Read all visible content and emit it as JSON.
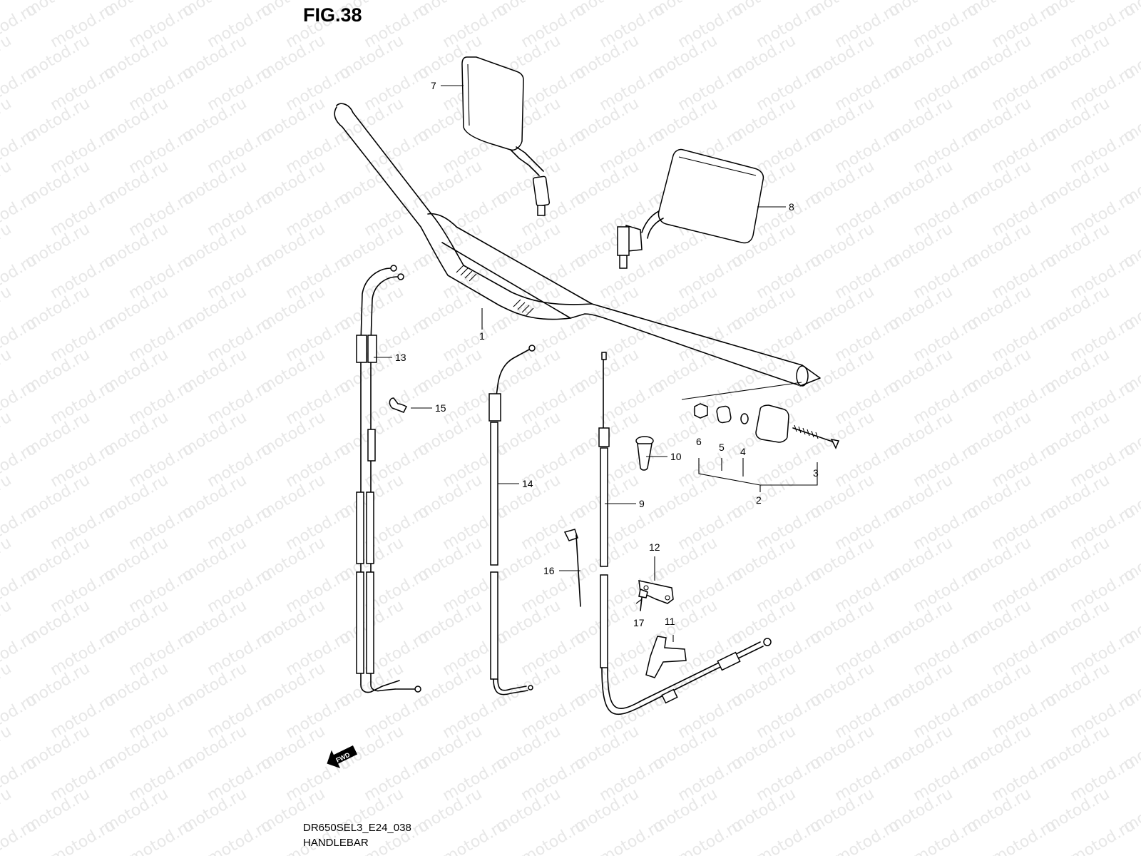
{
  "figure": {
    "title": "FIG.38",
    "code": "DR650SEL3_E24_038",
    "name": "HANDLEBAR"
  },
  "watermark": "motod.ru",
  "fwd_label": "FWD",
  "callouts": {
    "c1": "1",
    "c2": "2",
    "c3": "3",
    "c4": "4",
    "c5": "5",
    "c6": "6",
    "c7": "7",
    "c8": "8",
    "c9": "9",
    "c10": "10",
    "c11": "11",
    "c12": "12",
    "c13": "13",
    "c14": "14",
    "c15": "15",
    "c16": "16",
    "c17": "17"
  }
}
